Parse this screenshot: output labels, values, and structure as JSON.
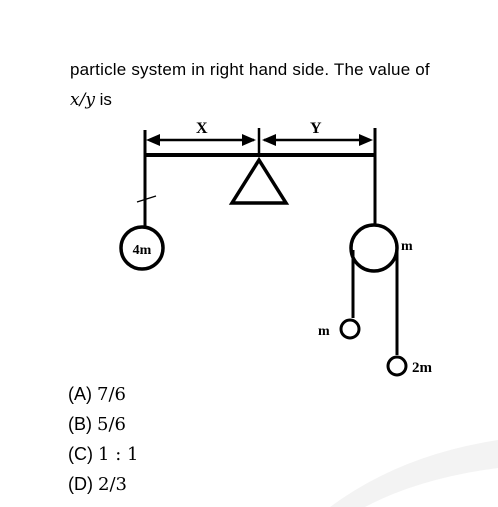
{
  "question": {
    "line1": "particle system in right hand side. The value of",
    "line2_math": "x/y",
    "line2_text": " is"
  },
  "figure": {
    "label_x": "X",
    "label_y": "Y",
    "mass_left": "4m",
    "mass_pulley": "m",
    "mass_small": "m",
    "mass_bottom": "2m"
  },
  "options": [
    {
      "label": "(A)",
      "value": "7/6"
    },
    {
      "label": "(B)",
      "value": "5/6"
    },
    {
      "label": "(C)",
      "value": "1 : 1"
    },
    {
      "label": "(D)",
      "value": "2/3"
    }
  ],
  "colors": {
    "ink": "#000000",
    "watermark": "#f2f2f2"
  }
}
